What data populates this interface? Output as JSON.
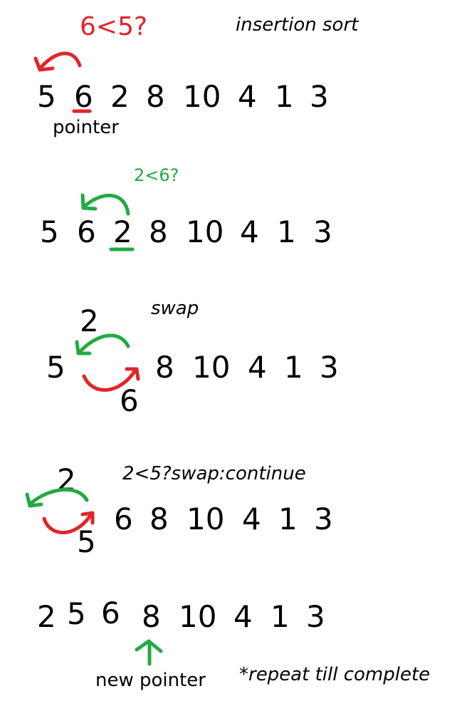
{
  "title": "insertion sort",
  "colors": {
    "red": "#e0262a",
    "green": "#22aa44",
    "text": "#000000"
  },
  "step1": {
    "question": "6<5?",
    "sequence": [
      "5",
      "6",
      "2",
      "8",
      "10",
      "4",
      "1",
      "3"
    ],
    "pointer_label": "pointer"
  },
  "step2": {
    "question": "2<6?",
    "sequence": [
      "5",
      "6",
      "2",
      "8",
      "10",
      "4",
      "1",
      "3"
    ]
  },
  "step3": {
    "label": "swap",
    "left": "5",
    "top": "2",
    "bottom": "6",
    "rest": [
      "8",
      "10",
      "4",
      "1",
      "3"
    ]
  },
  "step4": {
    "label": "2<5?swap:continue",
    "top": "2",
    "bottom": "5",
    "rest": [
      "6",
      "8",
      "10",
      "4",
      "1",
      "3"
    ]
  },
  "step5": {
    "sequence": [
      "2",
      "5",
      "6",
      "8",
      "10",
      "4",
      "1",
      "3"
    ],
    "pointer_label": "new pointer",
    "note": "*repeat till complete"
  }
}
